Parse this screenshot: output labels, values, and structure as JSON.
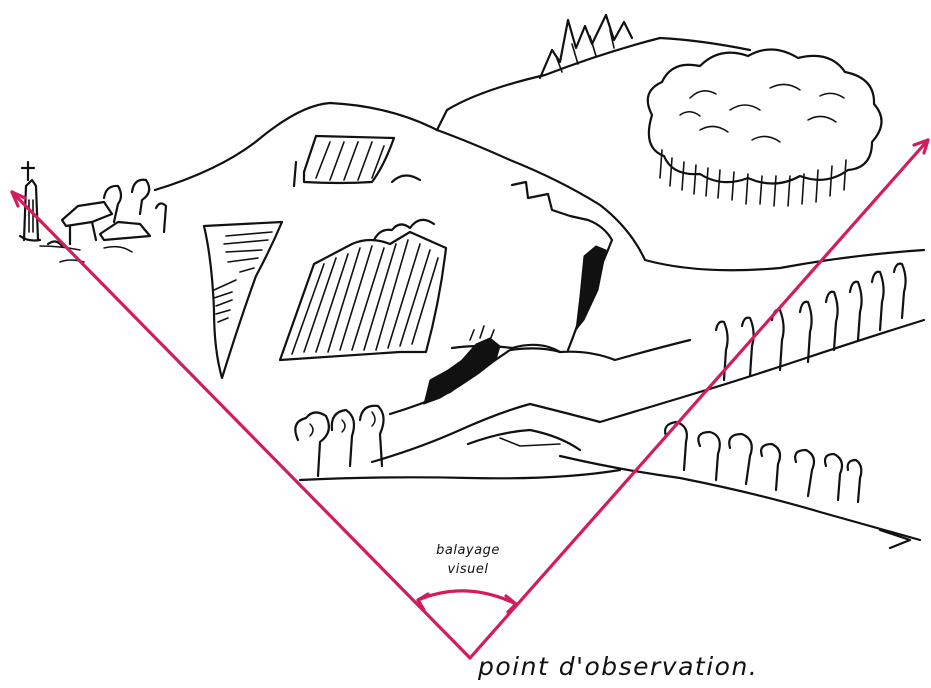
{
  "labels": {
    "sweep_line1": "balayage",
    "sweep_line2": "visuel",
    "observation_point": "point d'observation."
  },
  "colors": {
    "sight_lines": "#d31c5b",
    "ink": "#111111",
    "background": "#ffffff"
  },
  "icons": {
    "church": "church-icon",
    "sweep_arc": "curved-double-arrow-icon"
  }
}
